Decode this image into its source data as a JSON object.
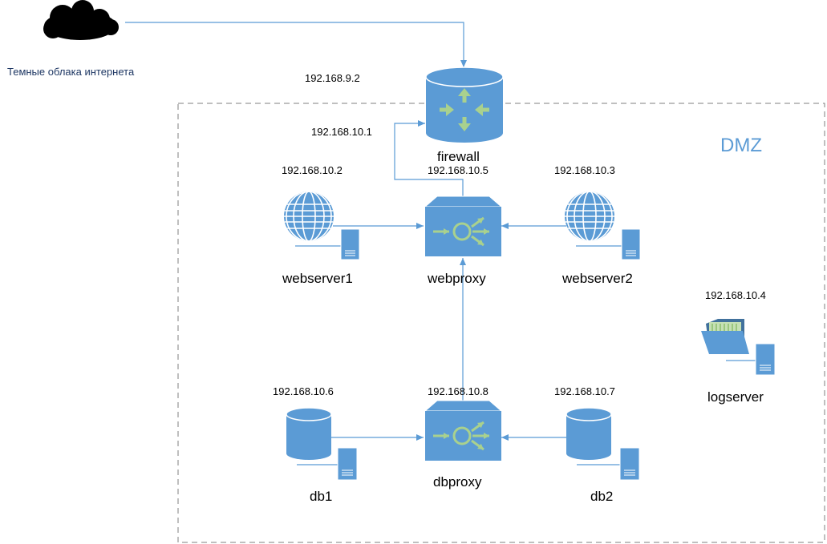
{
  "colors": {
    "accent": "#5b9bd5",
    "accent_dark": "#41719c",
    "arrow_green": "#a9d18e",
    "line": "#5b9bd5",
    "border_dash": "#7f7f7f",
    "cloud": "#000000"
  },
  "cloud": {
    "label": "Темные облака интернета",
    "icon": "cloud-icon"
  },
  "zone": {
    "label": "DMZ"
  },
  "nodes": {
    "firewall": {
      "name": "firewall",
      "ip_outer": "192.168.9.2",
      "ip_inner": "192.168.10.1",
      "icon": "firewall-icon"
    },
    "webproxy": {
      "name": "webproxy",
      "ip": "192.168.10.5",
      "icon": "proxy-icon"
    },
    "webserver1": {
      "name": "webserver1",
      "ip": "192.168.10.2",
      "icon": "web-server-icon"
    },
    "webserver2": {
      "name": "webserver2",
      "ip": "192.168.10.3",
      "icon": "web-server-icon"
    },
    "logserver": {
      "name": "logserver",
      "ip": "192.168.10.4",
      "icon": "file-server-icon"
    },
    "dbproxy": {
      "name": "dbproxy",
      "ip": "192.168.10.8",
      "icon": "proxy-icon"
    },
    "db1": {
      "name": "db1",
      "ip": "192.168.10.6",
      "icon": "database-server-icon"
    },
    "db2": {
      "name": "db2",
      "ip": "192.168.10.7",
      "icon": "database-server-icon"
    }
  },
  "connections": [
    {
      "from": "cloud",
      "to": "firewall"
    },
    {
      "from": "webproxy",
      "to": "firewall"
    },
    {
      "from": "webserver1",
      "to": "webproxy"
    },
    {
      "from": "webserver2",
      "to": "webproxy"
    },
    {
      "from": "dbproxy",
      "to": "webproxy"
    },
    {
      "from": "db1",
      "to": "dbproxy"
    },
    {
      "from": "db2",
      "to": "dbproxy"
    }
  ]
}
